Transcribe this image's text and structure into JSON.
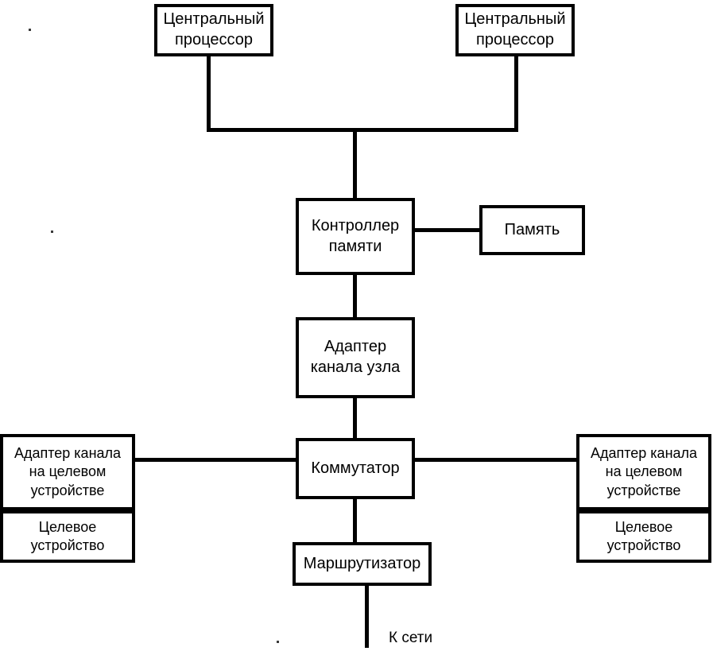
{
  "diagram": {
    "title_text": "",
    "colors": {
      "stroke": "#000000",
      "background": "#ffffff",
      "text": "#000000"
    },
    "nodes": {
      "cpu_left": {
        "line1": "Центральный",
        "line2": "процессор"
      },
      "cpu_right": {
        "line1": "Центральный",
        "line2": "процессор"
      },
      "memory_controller": {
        "line1": "Контроллер",
        "line2": "памяти"
      },
      "memory": {
        "line1": "Память"
      },
      "node_channel_adapter": {
        "line1": "Адаптер",
        "line2": "канала узла"
      },
      "switch": {
        "line1": "Коммутатор"
      },
      "router": {
        "line1": "Маршрутизатор"
      },
      "target_adapter_left": {
        "line1": "Адаптер канала",
        "line2": "на целевом",
        "line3": "устройстве"
      },
      "target_device_left": {
        "line1": "Целевое",
        "line2": "устройство"
      },
      "target_adapter_right": {
        "line1": "Адаптер канала",
        "line2": "на целевом",
        "line3": "устройстве"
      },
      "target_device_right": {
        "line1": "Целевое",
        "line2": "устройство"
      }
    },
    "labels": {
      "to_network": "К сети"
    }
  }
}
